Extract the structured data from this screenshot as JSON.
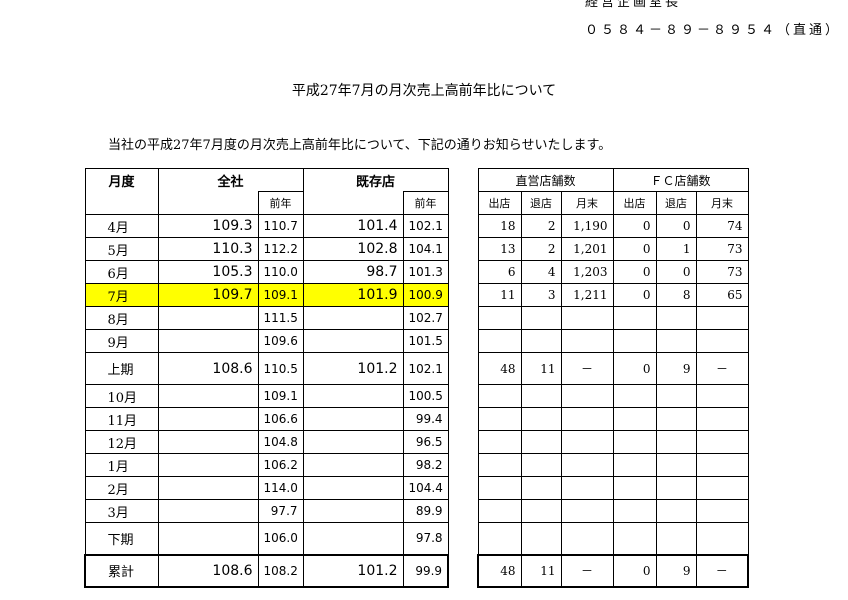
{
  "header": {
    "department": "経営企画室長",
    "phone": "０５８４－８９－８９５４（直通）"
  },
  "title": "平成27年7月の月次売上高前年比について",
  "intro": "当社の平成27年7月度の月次売上高前年比について、下記の通りお知らせいたします。",
  "left_table": {
    "headers": {
      "month": "月度",
      "all": "全社",
      "existing": "既存店",
      "prev_year": "前年"
    },
    "rows": [
      {
        "label": "4月",
        "all": "109.3",
        "all_prev": "110.7",
        "ex": "101.4",
        "ex_prev": "102.1"
      },
      {
        "label": "5月",
        "all": "110.3",
        "all_prev": "112.2",
        "ex": "102.8",
        "ex_prev": "104.1"
      },
      {
        "label": "6月",
        "all": "105.3",
        "all_prev": "110.0",
        "ex": "98.7",
        "ex_prev": "101.3"
      },
      {
        "label": "7月",
        "all": "109.7",
        "all_prev": "109.1",
        "ex": "101.9",
        "ex_prev": "100.9"
      },
      {
        "label": "8月",
        "all": "",
        "all_prev": "111.5",
        "ex": "",
        "ex_prev": "102.7"
      },
      {
        "label": "9月",
        "all": "",
        "all_prev": "109.6",
        "ex": "",
        "ex_prev": "101.5"
      },
      {
        "label": "上期",
        "all": "108.6",
        "all_prev": "110.5",
        "ex": "101.2",
        "ex_prev": "102.1"
      },
      {
        "label": "10月",
        "all": "",
        "all_prev": "109.1",
        "ex": "",
        "ex_prev": "100.5"
      },
      {
        "label": "11月",
        "all": "",
        "all_prev": "106.6",
        "ex": "",
        "ex_prev": "99.4"
      },
      {
        "label": "12月",
        "all": "",
        "all_prev": "104.8",
        "ex": "",
        "ex_prev": "96.5"
      },
      {
        "label": "1月",
        "all": "",
        "all_prev": "106.2",
        "ex": "",
        "ex_prev": "98.2"
      },
      {
        "label": "2月",
        "all": "",
        "all_prev": "114.0",
        "ex": "",
        "ex_prev": "104.4"
      },
      {
        "label": "3月",
        "all": "",
        "all_prev": "97.7",
        "ex": "",
        "ex_prev": "89.9"
      },
      {
        "label": "下期",
        "all": "",
        "all_prev": "106.0",
        "ex": "",
        "ex_prev": "97.8"
      },
      {
        "label": "累計",
        "all": "108.6",
        "all_prev": "108.2",
        "ex": "101.2",
        "ex_prev": "99.9"
      }
    ]
  },
  "right_table": {
    "headers": {
      "direct": "直営店舗数",
      "fc": "ＦＣ店舗数",
      "open": "出店",
      "close": "退店",
      "month_end": "月末"
    },
    "rows": [
      {
        "d_open": "18",
        "d_close": "2",
        "d_end": "1,190",
        "f_open": "0",
        "f_close": "0",
        "f_end": "74"
      },
      {
        "d_open": "13",
        "d_close": "2",
        "d_end": "1,201",
        "f_open": "0",
        "f_close": "1",
        "f_end": "73"
      },
      {
        "d_open": "6",
        "d_close": "4",
        "d_end": "1,203",
        "f_open": "0",
        "f_close": "0",
        "f_end": "73"
      },
      {
        "d_open": "11",
        "d_close": "3",
        "d_end": "1,211",
        "f_open": "0",
        "f_close": "8",
        "f_end": "65"
      },
      {
        "d_open": "",
        "d_close": "",
        "d_end": "",
        "f_open": "",
        "f_close": "",
        "f_end": ""
      },
      {
        "d_open": "",
        "d_close": "",
        "d_end": "",
        "f_open": "",
        "f_close": "",
        "f_end": ""
      },
      {
        "d_open": "48",
        "d_close": "11",
        "d_end": "－",
        "f_open": "0",
        "f_close": "9",
        "f_end": "－"
      },
      {
        "d_open": "",
        "d_close": "",
        "d_end": "",
        "f_open": "",
        "f_close": "",
        "f_end": ""
      },
      {
        "d_open": "",
        "d_close": "",
        "d_end": "",
        "f_open": "",
        "f_close": "",
        "f_end": ""
      },
      {
        "d_open": "",
        "d_close": "",
        "d_end": "",
        "f_open": "",
        "f_close": "",
        "f_end": ""
      },
      {
        "d_open": "",
        "d_close": "",
        "d_end": "",
        "f_open": "",
        "f_close": "",
        "f_end": ""
      },
      {
        "d_open": "",
        "d_close": "",
        "d_end": "",
        "f_open": "",
        "f_close": "",
        "f_end": ""
      },
      {
        "d_open": "",
        "d_close": "",
        "d_end": "",
        "f_open": "",
        "f_close": "",
        "f_end": ""
      },
      {
        "d_open": "",
        "d_close": "",
        "d_end": "",
        "f_open": "",
        "f_close": "",
        "f_end": ""
      },
      {
        "d_open": "48",
        "d_close": "11",
        "d_end": "－",
        "f_open": "0",
        "f_close": "9",
        "f_end": "－"
      }
    ]
  },
  "colors": {
    "highlight": "#ffff00"
  }
}
